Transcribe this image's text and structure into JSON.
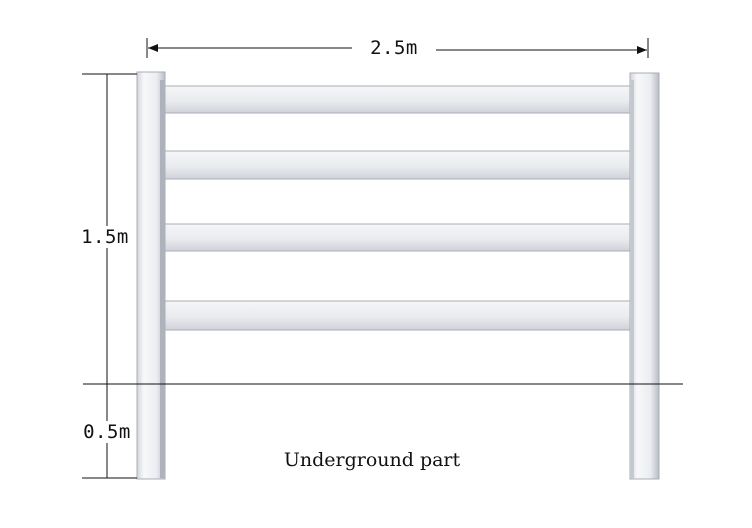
{
  "dimensions": {
    "width_label": "2.5m",
    "above_ground_height_label": "1.5m",
    "below_ground_depth_label": "0.5m"
  },
  "caption": "Underground part",
  "fence": {
    "rail_count": 4,
    "post_count": 2,
    "color": "#eceef3",
    "edge_color": "#9ea3ad"
  },
  "colors": {
    "line": "#111111",
    "background": "#ffffff"
  }
}
